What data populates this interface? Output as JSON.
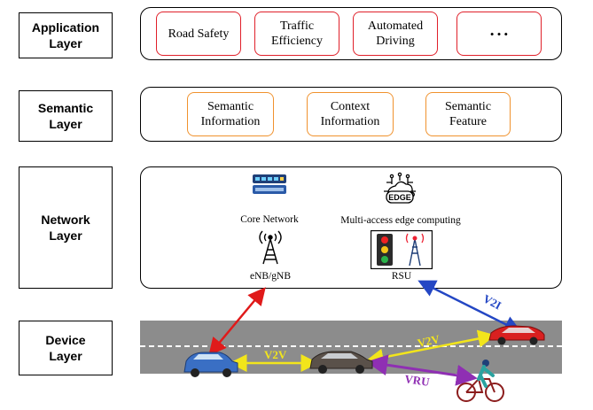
{
  "layers": [
    {
      "label": "Application Layer"
    },
    {
      "label": "Semantic Layer"
    },
    {
      "label": "Network Layer"
    },
    {
      "label": "Device Layer"
    }
  ],
  "application": {
    "items": [
      "Road Safety",
      "Traffic Efficiency",
      "Automated Driving",
      "• • •"
    ]
  },
  "semantic": {
    "items": [
      "Semantic Information",
      "Context Information",
      "Semantic Feature"
    ]
  },
  "network": {
    "core": "Core Network",
    "edge": "Multi-access edge computing",
    "edge_badge": "EDGE",
    "enb": "eNB/gNB",
    "rsu": "RSU"
  },
  "links": {
    "v2i": "V2I",
    "v2v_left": "V2V",
    "v2v_right": "V2V",
    "vru": "VRU"
  },
  "colors": {
    "app_border": "#e0202a",
    "semantic_border": "#f0922e",
    "road": "#8c8c8c",
    "v2i": "#2447c4",
    "v2v": "#f2e51b",
    "vru": "#8f2fb3",
    "uplink": "#e01a1a"
  }
}
